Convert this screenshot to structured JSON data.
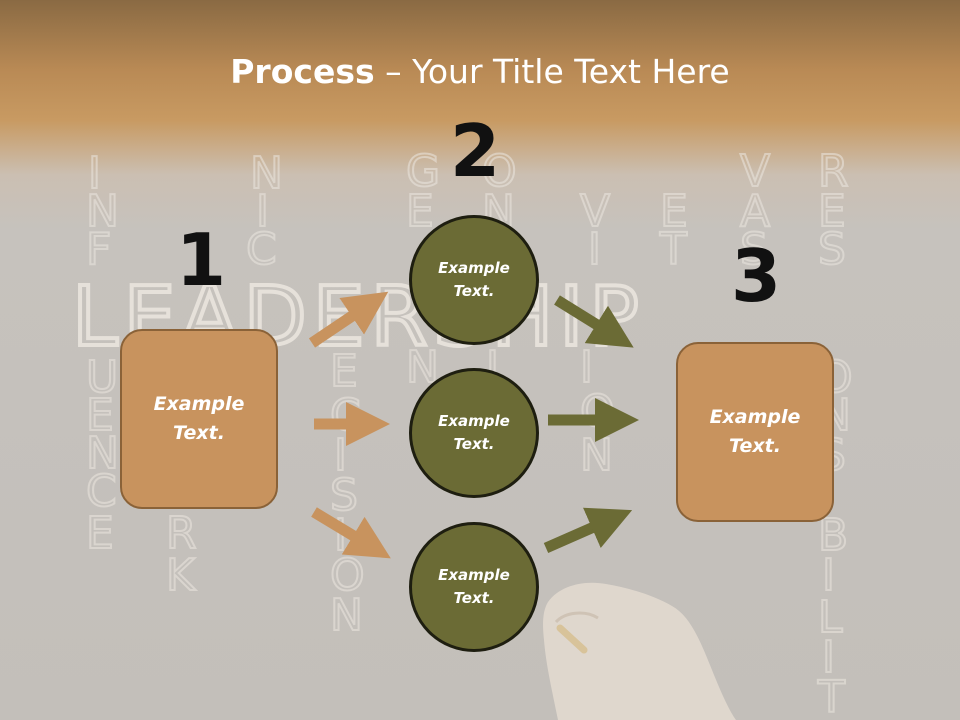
{
  "slide": {
    "title_bold": "Process",
    "title_rest": " – Your Title Text Here",
    "steps": {
      "one": "1",
      "two": "2",
      "three": "3"
    },
    "left_box": {
      "label": "Example\nText."
    },
    "right_box": {
      "label": "Example\nText."
    },
    "circles": [
      {
        "label": "Example\nText."
      },
      {
        "label": "Example\nText."
      },
      {
        "label": "Example\nText."
      }
    ],
    "background": {
      "word": "LEADERSHIP",
      "crossword_letters": "INFUENCE NIC FIRK ENSISION GOEN VISION VEA RES ONSIBILIT"
    },
    "colors": {
      "box_fill": "#c8935e",
      "circle_fill": "#6b6b35",
      "arrow_tan": "#c8935e",
      "arrow_olive": "#6b6b35",
      "header_band": "#b98a55"
    }
  }
}
